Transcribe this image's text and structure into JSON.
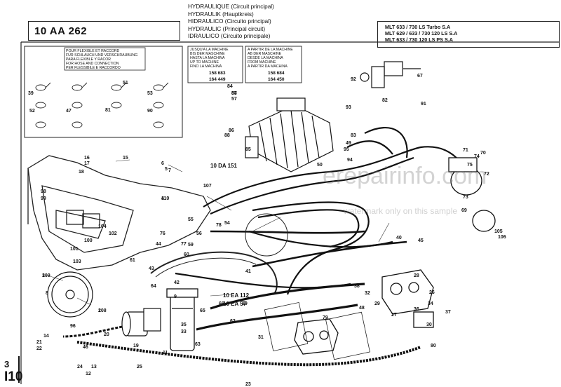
{
  "header": {
    "ref_code": "10 AA 262",
    "titles": [
      "HYDRAULIQUE (Circuit principal)",
      "HYDRAULIK (Hauptkreis)",
      "HIDRAULICO (Circuito principal)",
      "HYDRAULIC (Principal circuit)",
      "IDRAULICO (Circuito principale)"
    ],
    "models": [
      "MLT 633 / 730 LS Turbo S.A",
      "MLT 629 / 633 / 730 120 LS S.A",
      "MLT 633 / 730 120 LS  PS S.A"
    ]
  },
  "hose_box": {
    "lines": [
      "POUR FLEXIBLE ET RACCORD",
      "FÜR SCHLAUCH UND VERSCHRAUBUNG",
      "PARA FLEXIBLE Y RACOR",
      "FOR HOSE AND CONNECTION",
      "PER FLESSIBILE E RACCORDO"
    ]
  },
  "serial_box_1": {
    "lines": [
      "JUSQU'A LA MACHINE",
      "BIS DER MASCHINE",
      "HASTA LA MACHINA",
      "UP TO MACHINE",
      "FINO LA MACHINA"
    ],
    "serials": [
      "158 683",
      "164 449"
    ]
  },
  "serial_box_2": {
    "lines": [
      "A PARTIR DE LA MACHINE",
      "AB DER MASCHINE",
      "DESDE LA MACHINA",
      "FROM MACHINE",
      "A PARTIR DA MACHINA"
    ],
    "serials": [
      "158 684",
      "164 450"
    ]
  },
  "refs": {
    "da": "10 DA 151",
    "ea1": "10 EA 112",
    "ea2": "10 EA 57"
  },
  "page": {
    "num_top": "3",
    "num_main": "I10"
  },
  "watermark": {
    "site": "erepairinfo.com",
    "note": "watermark only on this sample"
  },
  "part_numbers": [
    "1",
    "2",
    "3",
    "4",
    "5",
    "6",
    "7",
    "8",
    "9",
    "11",
    "12",
    "13",
    "14",
    "15",
    "16",
    "17",
    "18",
    "19",
    "20",
    "21",
    "22",
    "23",
    "24",
    "25",
    "26",
    "27",
    "28",
    "29",
    "30",
    "31",
    "32",
    "33",
    "34",
    "35",
    "36",
    "37",
    "38",
    "39",
    "40",
    "41",
    "42",
    "43",
    "44",
    "45",
    "46",
    "47",
    "48",
    "49",
    "50",
    "51",
    "52",
    "53",
    "54",
    "55",
    "56",
    "57",
    "58",
    "59",
    "60",
    "61",
    "62",
    "63",
    "64",
    "65",
    "66",
    "67",
    "69",
    "70",
    "71",
    "72",
    "73",
    "74",
    "75",
    "76",
    "77",
    "78",
    "79",
    "80",
    "81",
    "82",
    "83",
    "84",
    "85",
    "86",
    "87",
    "88",
    "89",
    "90",
    "91",
    "92",
    "93",
    "94",
    "95",
    "96",
    "98",
    "99",
    "100",
    "101",
    "102",
    "103",
    "104",
    "105",
    "106",
    "107",
    "108",
    "109",
    "110"
  ]
}
